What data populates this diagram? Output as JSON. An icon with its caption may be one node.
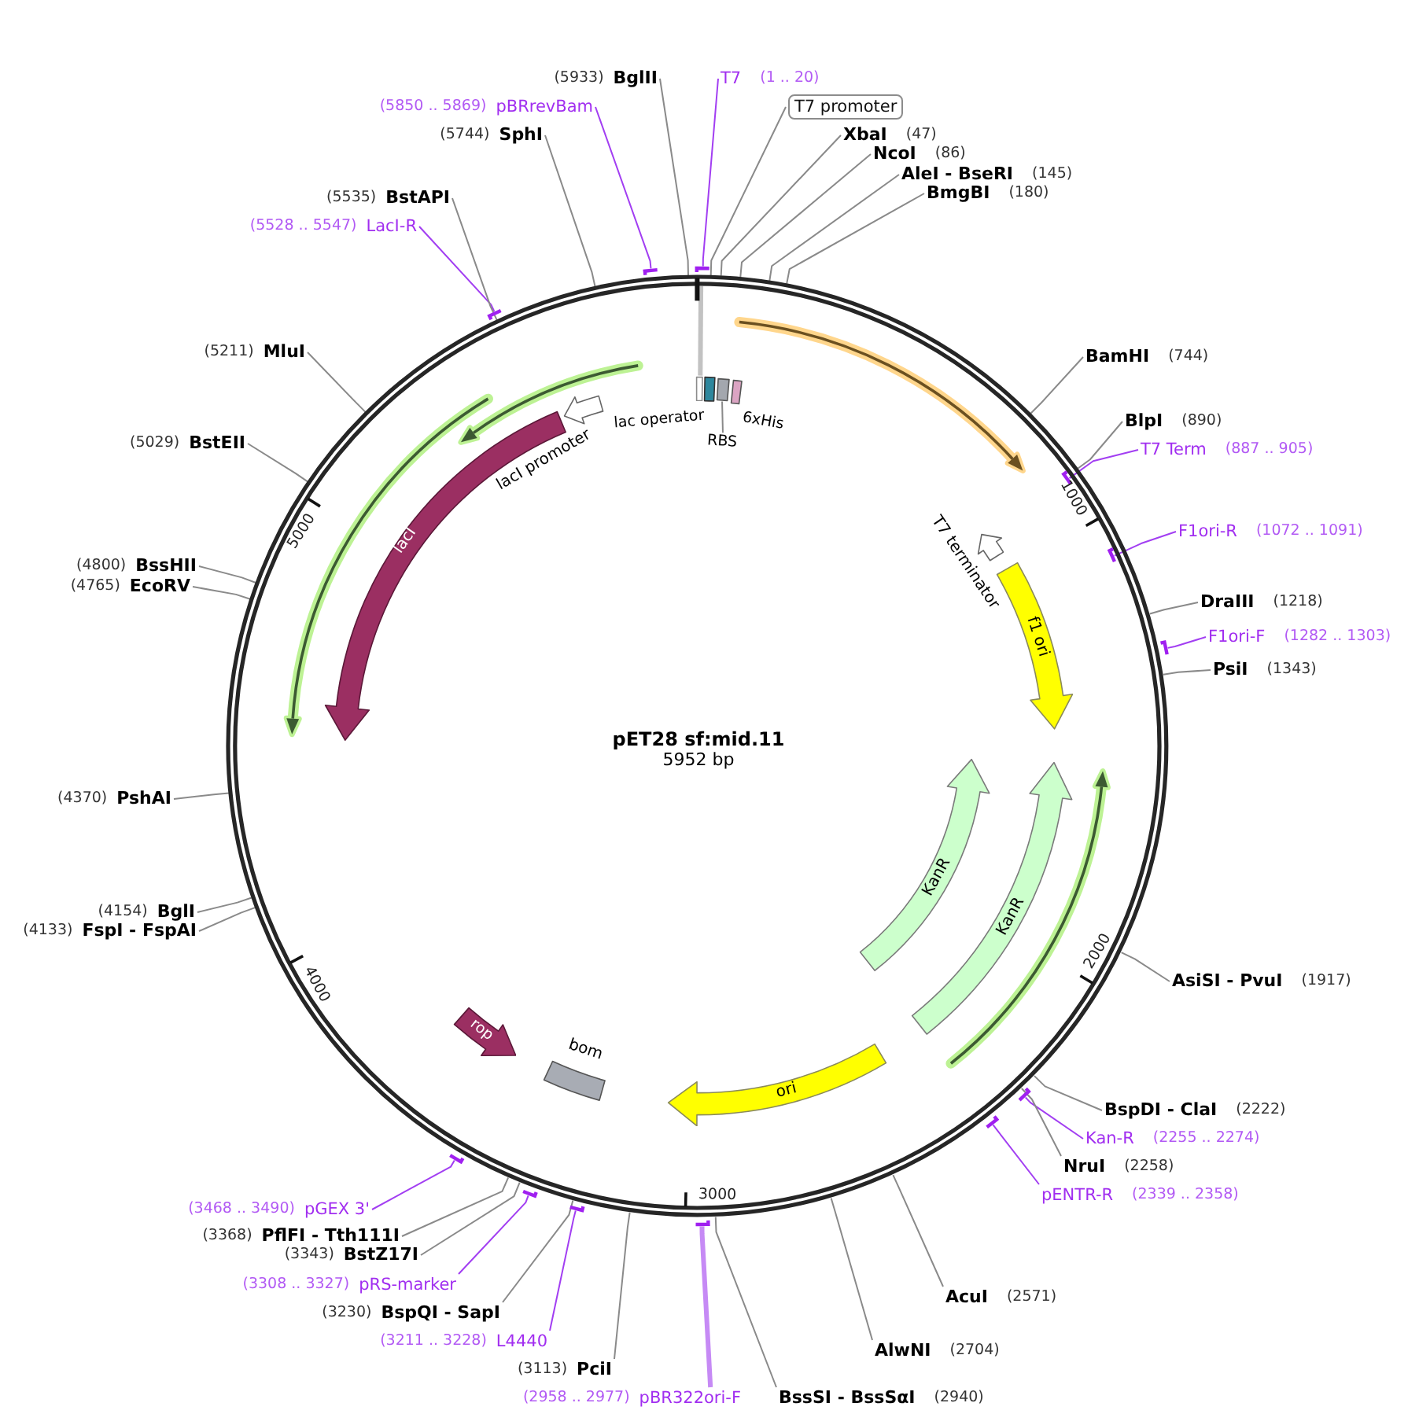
{
  "diagram": {
    "title": "pET28 sf:mid.11",
    "nodes": [
      {
        "text": [],
        "shape": "circle",
        "beside": [
          "1000",
          "2000",
          "3000",
          "4000",
          "5000"
        ]
      },
      {
        "text": [
          "T7",
          "(1 .. 20)"
        ]
      },
      {
        "text": [
          "T7 promoter"
        ]
      },
      {
        "text": [
          "XbaI",
          "(47)"
        ]
      },
      {
        "text": [
          "NcoI",
          "(86)"
        ]
      },
      {
        "text": [
          "AleI - BseRI",
          "(145)"
        ]
      },
      {
        "text": [
          "BmgBI",
          "(180)"
        ]
      },
      {
        "text": [
          "BamHI",
          "(744)"
        ]
      },
      {
        "text": [
          "BlpI",
          "(890)"
        ]
      },
      {
        "text": [
          "T7 Term",
          "(887 .. 905)"
        ]
      },
      {
        "text": [
          "F1ori-R",
          "(1072 .. 1091)"
        ]
      },
      {
        "text": [
          "DraIII",
          "(1218)"
        ]
      },
      {
        "text": [
          "F1ori-F",
          "(1282 .. 1303)"
        ]
      },
      {
        "text": [
          "PsiI",
          "(1343)"
        ]
      },
      {
        "text": [
          "AsiSI - PvuI",
          "(1917)"
        ]
      },
      {
        "text": [
          "BspDI - ClaI",
          "(2222)"
        ]
      },
      {
        "text": [
          "Kan-R",
          "(2255 .. 2274)"
        ]
      },
      {
        "text": [
          "NruI",
          "(2258)"
        ]
      },
      {
        "text": [
          "pENTR-R",
          "(2339 .. 2358)"
        ]
      },
      {
        "text": [
          "AcuI",
          "(2571)"
        ]
      },
      {
        "text": [
          "AlwNI",
          "(2704)"
        ]
      },
      {
        "text": [
          "BssSI - BssSαI",
          "(2940)"
        ]
      },
      {
        "text": [
          "(2958 .. 2977)",
          "pBR322ori-F"
        ]
      },
      {
        "text": [
          "(3113)",
          "PciI"
        ]
      },
      {
        "text": [
          "(3211 .. 3228)",
          "L4440"
        ]
      },
      {
        "text": [
          "(3230)",
          "BspQI - SapI"
        ]
      },
      {
        "text": [
          "(3308 .. 3327)",
          "pRS-marker"
        ]
      },
      {
        "text": [
          "(3343)",
          "BstZ17I"
        ]
      },
      {
        "text": [
          "(3368)",
          "PflFI - Tth111I"
        ]
      },
      {
        "text": [
          "(3468 .. 3490)",
          "pGEX 3'"
        ]
      },
      {
        "text": [
          "(4133)",
          "FspI - FspAI"
        ]
      },
      {
        "text": [
          "(4154)",
          "BglI"
        ]
      },
      {
        "text": [
          "(4370)",
          "PshAI"
        ]
      },
      {
        "text": [
          "(4765)",
          "EcoRV"
        ]
      },
      {
        "text": [
          "(4800)",
          "BssHII"
        ]
      },
      {
        "text": [
          "(5029)",
          "BstEII"
        ]
      },
      {
        "text": [
          "(5211)",
          "MluI"
        ]
      },
      {
        "text": [
          "(5528 .. 5547)",
          "LacI-R"
        ]
      },
      {
        "text": [
          "(5535)",
          "BstAPI"
        ]
      },
      {
        "text": [
          "(5744)",
          "SphI"
        ]
      },
      {
        "text": [
          "(5850 .. 5869)",
          "pBRrevBam"
        ]
      },
      {
        "text": [
          "(5933)",
          "BglII"
        ]
      },
      {
        "text": [],
        "shape": "box",
        "in": 0
      },
      {
        "text": [
          "lac operator"
        ],
        "in": 0
      },
      {
        "text": [],
        "shape": "box",
        "in": 0
      },
      {
        "text": [
          "RBS"
        ],
        "in": 0
      },
      {
        "text": [
          "6xHis"
        ],
        "in": 0
      },
      {
        "text": [
          "lacI promoter"
        ],
        "in": 0
      },
      {
        "text": [
          "lacI"
        ],
        "in": 0
      },
      {
        "text": [
          "T7 terminator"
        ],
        "in": 0
      },
      {
        "text": [
          "f1 ori"
        ],
        "in": 0
      },
      {
        "text": [
          "KanR"
        ],
        "in": 0
      },
      {
        "text": [
          "KanR"
        ],
        "in": 0
      },
      {
        "text": [
          "ori"
        ],
        "in": 0
      },
      {
        "text": [
          "bom"
        ],
        "in": 0
      },
      {
        "text": [
          "rop"
        ],
        "in": 0
      },
      {
        "text": [],
        "shape": "bar"
      },
      {
        "text": [],
        "shape": "bar"
      },
      {
        "text": [],
        "shape": "bar"
      },
      {
        "text": [],
        "shape": "bar",
        "in": 0
      },
      {
        "text": [],
        "shape": "bar",
        "in": 0
      },
      {
        "text": [],
        "shape": "bar"
      },
      {
        "text": [],
        "shape": "bar"
      },
      {
        "text": [],
        "shape": "bar"
      },
      {
        "text": [],
        "shape": "bar"
      },
      {
        "text": [],
        "shape": "bar"
      },
      {
        "text": [],
        "shape": "bar"
      },
      {
        "text": [],
        "shape": "bar"
      }
    ],
    "edges": [
      {
        "from": 1,
        "to": 56,
        "arrow": "none",
        "color": "#a23ef2"
      },
      {
        "from": 2,
        "to": 0,
        "arrow": "none"
      },
      {
        "from": 3,
        "to": 0,
        "arrow": "none"
      },
      {
        "from": 4,
        "to": 0,
        "arrow": "none"
      },
      {
        "from": 5,
        "to": 0,
        "arrow": "none"
      },
      {
        "from": 6,
        "to": 0,
        "arrow": "none"
      },
      {
        "from": 7,
        "to": 0,
        "arrow": "none"
      },
      {
        "from": 8,
        "to": 0,
        "arrow": "none"
      },
      {
        "from": 9,
        "to": 59,
        "arrow": "none",
        "color": "#a23ef2"
      },
      {
        "from": 10,
        "to": 60,
        "arrow": "none",
        "color": "#a23ef2"
      },
      {
        "from": 11,
        "to": 0,
        "arrow": "none"
      },
      {
        "from": 12,
        "to": 61,
        "arrow": "none",
        "color": "#a23ef2"
      },
      {
        "from": 13,
        "to": 0,
        "arrow": "none"
      },
      {
        "from": 14,
        "to": 0,
        "arrow": "none"
      },
      {
        "from": 15,
        "to": 0,
        "arrow": "none"
      },
      {
        "from": 16,
        "to": 62,
        "arrow": "none",
        "color": "#a23ef2"
      },
      {
        "from": 17,
        "to": 0,
        "arrow": "none"
      },
      {
        "from": 18,
        "to": 63,
        "arrow": "none",
        "color": "#a23ef2"
      },
      {
        "from": 19,
        "to": 0,
        "arrow": "none"
      },
      {
        "from": 20,
        "to": 0,
        "arrow": "none"
      },
      {
        "from": 21,
        "to": 0,
        "arrow": "none"
      },
      {
        "from": 22,
        "to": 67,
        "arrow": "none",
        "style": "thick",
        "color": "#c68af5"
      },
      {
        "from": 23,
        "to": 0,
        "arrow": "none"
      },
      {
        "from": 24,
        "to": 66,
        "arrow": "none",
        "color": "#a23ef2"
      },
      {
        "from": 25,
        "to": 0,
        "arrow": "none"
      },
      {
        "from": 26,
        "to": 65,
        "arrow": "none",
        "color": "#a23ef2"
      },
      {
        "from": 27,
        "to": 0,
        "arrow": "none"
      },
      {
        "from": 28,
        "to": 0,
        "arrow": "none"
      },
      {
        "from": 29,
        "to": 64,
        "arrow": "none",
        "color": "#a23ef2"
      },
      {
        "from": 30,
        "to": 0,
        "arrow": "none"
      },
      {
        "from": 31,
        "to": 0,
        "arrow": "none"
      },
      {
        "from": 32,
        "to": 0,
        "arrow": "none"
      },
      {
        "from": 33,
        "to": 0,
        "arrow": "none"
      },
      {
        "from": 34,
        "to": 0,
        "arrow": "none"
      },
      {
        "from": 35,
        "to": 0,
        "arrow": "none"
      },
      {
        "from": 36,
        "to": 0,
        "arrow": "none"
      },
      {
        "from": 37,
        "to": 58,
        "arrow": "none",
        "color": "#a23ef2"
      },
      {
        "from": 38,
        "to": 0,
        "arrow": "none"
      },
      {
        "from": 39,
        "to": 0,
        "arrow": "none"
      },
      {
        "from": 40,
        "to": 57,
        "arrow": "none",
        "color": "#a23ef2"
      },
      {
        "from": 41,
        "to": 0,
        "arrow": "none"
      },
      {
        "from": 0,
        "to": 42,
        "arrow": "none",
        "style": "thick",
        "color": "#c2c2c2"
      },
      {
        "from": 45,
        "to": 44,
        "arrow": "none"
      }
    ],
    "labels": [
      "5952 bp"
    ]
  }
}
